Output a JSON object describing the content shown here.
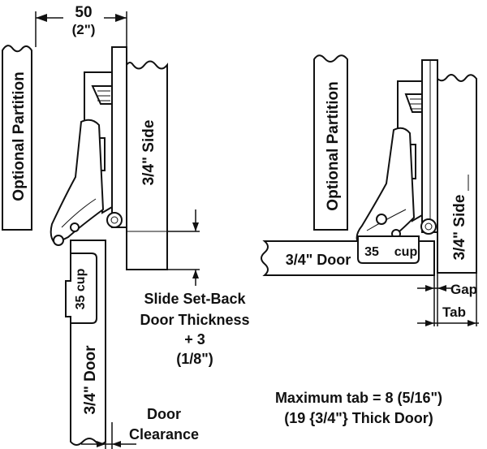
{
  "labels": {
    "dim_value": "50",
    "dim_inch": "(2\")",
    "partition_left": "Optional Partition",
    "side_left": "3/4\" Side",
    "cup_left": "35 cup",
    "door_left": "3/4\" Door",
    "slide_setback_1": "Slide Set-Back",
    "slide_setback_2": "Door Thickness",
    "slide_setback_3": "+ 3",
    "slide_setback_4": "(1/8\")",
    "door_clearance_1": "Door",
    "door_clearance_2": "Clearance",
    "partition_right": "Optional Partition",
    "side_right": "3/4\" Side",
    "door_right": "3/4\" Door",
    "cup_right_num": "35",
    "cup_right_word": "cup",
    "gap": "Gap",
    "tab": "Tab",
    "max_tab_1": "Maximum tab = 8 (5/16\")",
    "max_tab_2": "(19 {3/4\"} Thick Door)"
  }
}
